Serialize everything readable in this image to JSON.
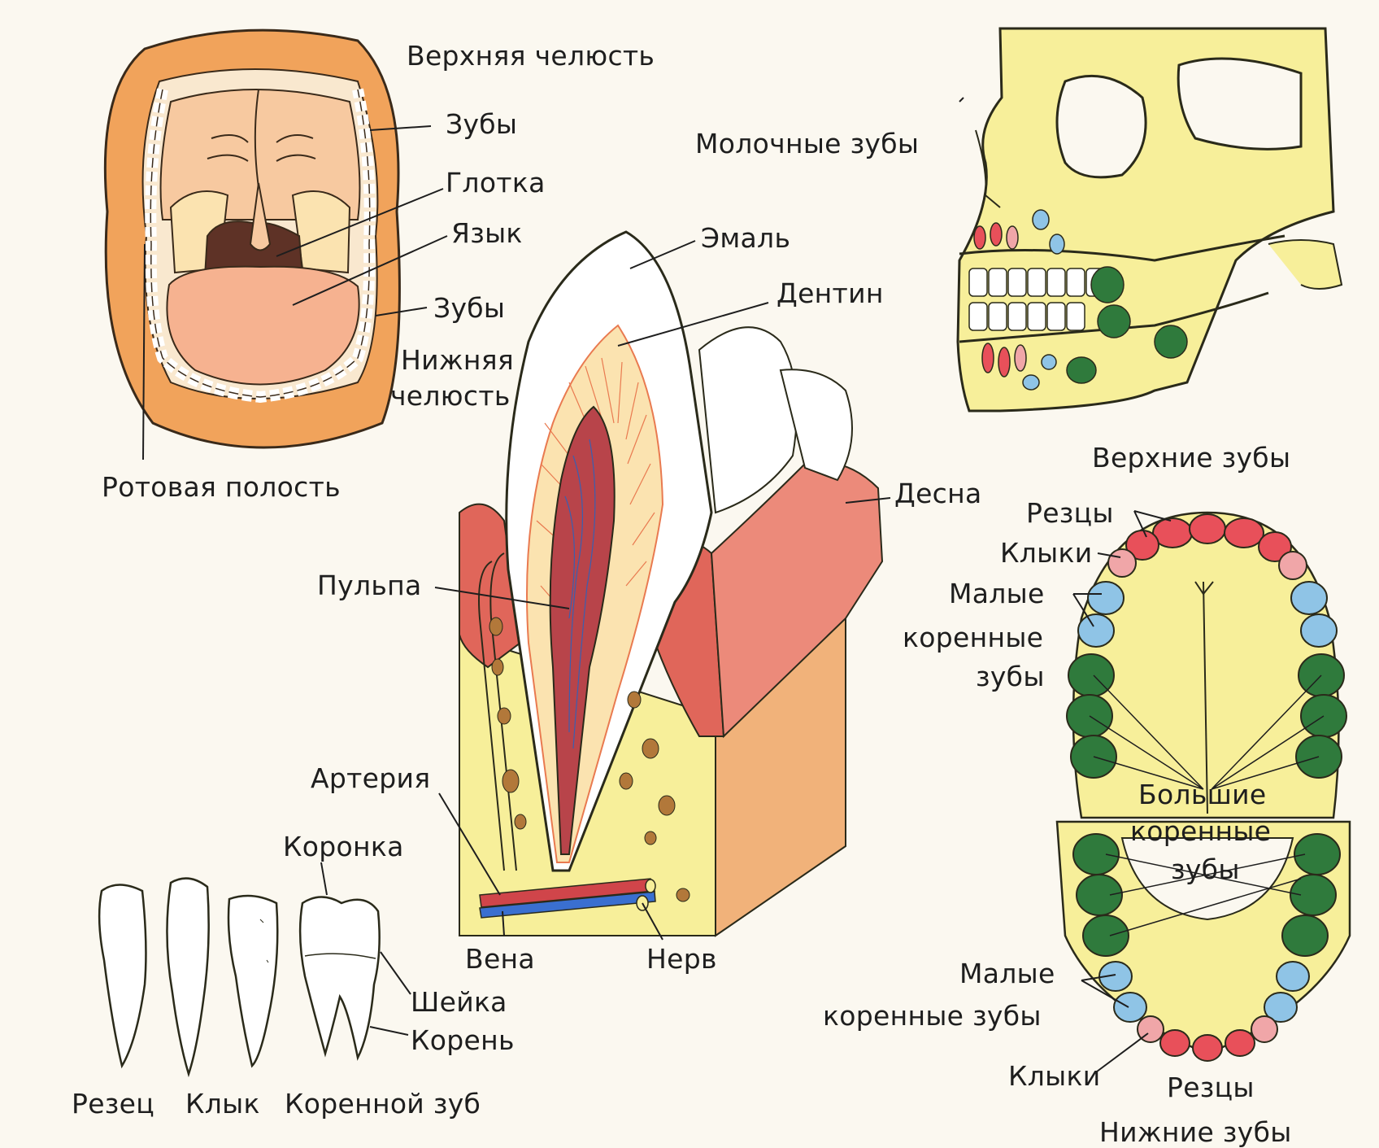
{
  "mouth": {
    "upper_jaw": "Верхняя челюсть",
    "teeth_upper": "Зубы",
    "pharynx": "Глотка",
    "tongue": "Язык",
    "teeth_lower": "Зубы",
    "lower_jaw_line1": "Нижняя",
    "lower_jaw_line2": "челюсть",
    "oral_cavity": "Ротовая полость"
  },
  "skull": {
    "milk_teeth": "Молочные зубы"
  },
  "section": {
    "enamel": "Эмаль",
    "dentin": "Дентин",
    "gum": "Десна",
    "pulp": "Пульпа",
    "artery": "Артерия",
    "vein": "Вена",
    "nerve": "Нерв"
  },
  "tooth_types": {
    "crown": "Коронка",
    "neck": "Шейка",
    "root": "Корень",
    "incisor": "Резец",
    "canine": "Клык",
    "molar": "Коренной зуб"
  },
  "upper_arch": {
    "title": "Верхние зубы",
    "incisors": "Резцы",
    "canines": "Клыки",
    "premolars_line1": "Малые",
    "premolars_line2": "коренные",
    "premolars_line3": "зубы"
  },
  "molars": {
    "line1": "Большие",
    "line2": "коренные",
    "line3": "зубы"
  },
  "lower_arch": {
    "premolars_line1": "Малые",
    "premolars_line2": "коренные зубы",
    "canines": "Клыки",
    "incisors": "Резцы",
    "title": "Нижние зубы"
  },
  "colors": {
    "mouth_orange": "#f1a35b",
    "bone_yellow": "#f7ef9a",
    "gum_red": "#e0665a",
    "incisor_red": "#e8505a",
    "canine_pink": "#f0a6a8",
    "premolar_blue": "#8fc4e6",
    "molar_green": "#2f7a3c"
  }
}
